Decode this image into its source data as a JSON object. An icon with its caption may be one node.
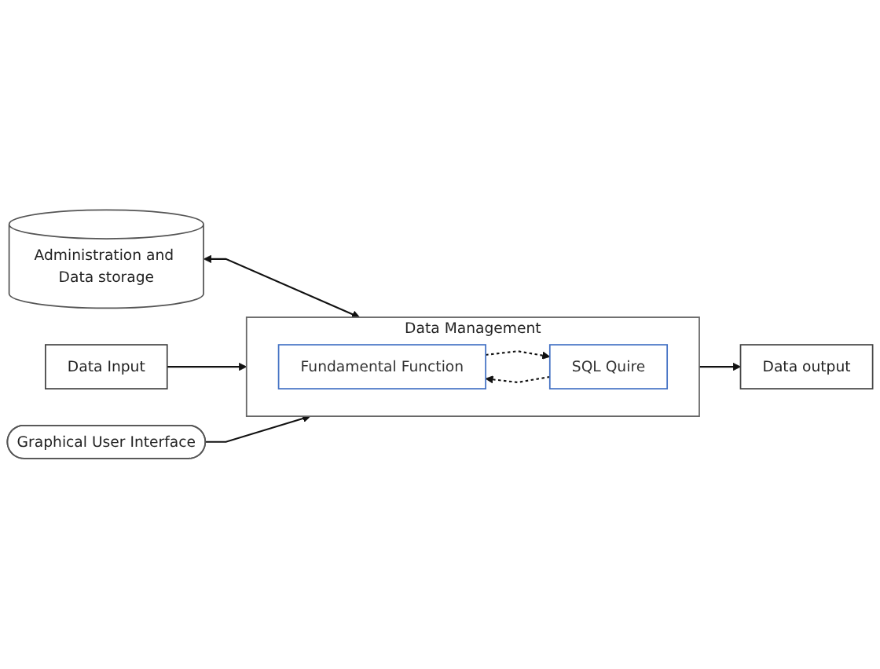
{
  "diagram": {
    "nodes": [
      {
        "text": [
          "Administration and Data storage"
        ]
      },
      {
        "text": [
          "Data Input"
        ]
      },
      {
        "text": [
          "Data Management"
        ]
      },
      {
        "text": [
          "Fundamental Function"
        ],
        "in": 2
      },
      {
        "text": [
          "SQL Quire"
        ],
        "in": 2
      },
      {
        "text": [
          "Data output"
        ]
      },
      {
        "text": [
          "Graphical User Interface"
        ]
      }
    ],
    "edges": [
      {
        "from": 0,
        "to": 2,
        "arrow": "both"
      },
      {
        "from": 1,
        "to": 2,
        "arrow": "to"
      },
      {
        "from": 3,
        "to": 4,
        "arrow": "to",
        "style": "dashed"
      },
      {
        "from": 4,
        "to": 3,
        "arrow": "to",
        "style": "dashed"
      },
      {
        "from": 2,
        "to": 5,
        "arrow": "to"
      },
      {
        "from": 6,
        "to": 2,
        "arrow": "to"
      }
    ]
  }
}
